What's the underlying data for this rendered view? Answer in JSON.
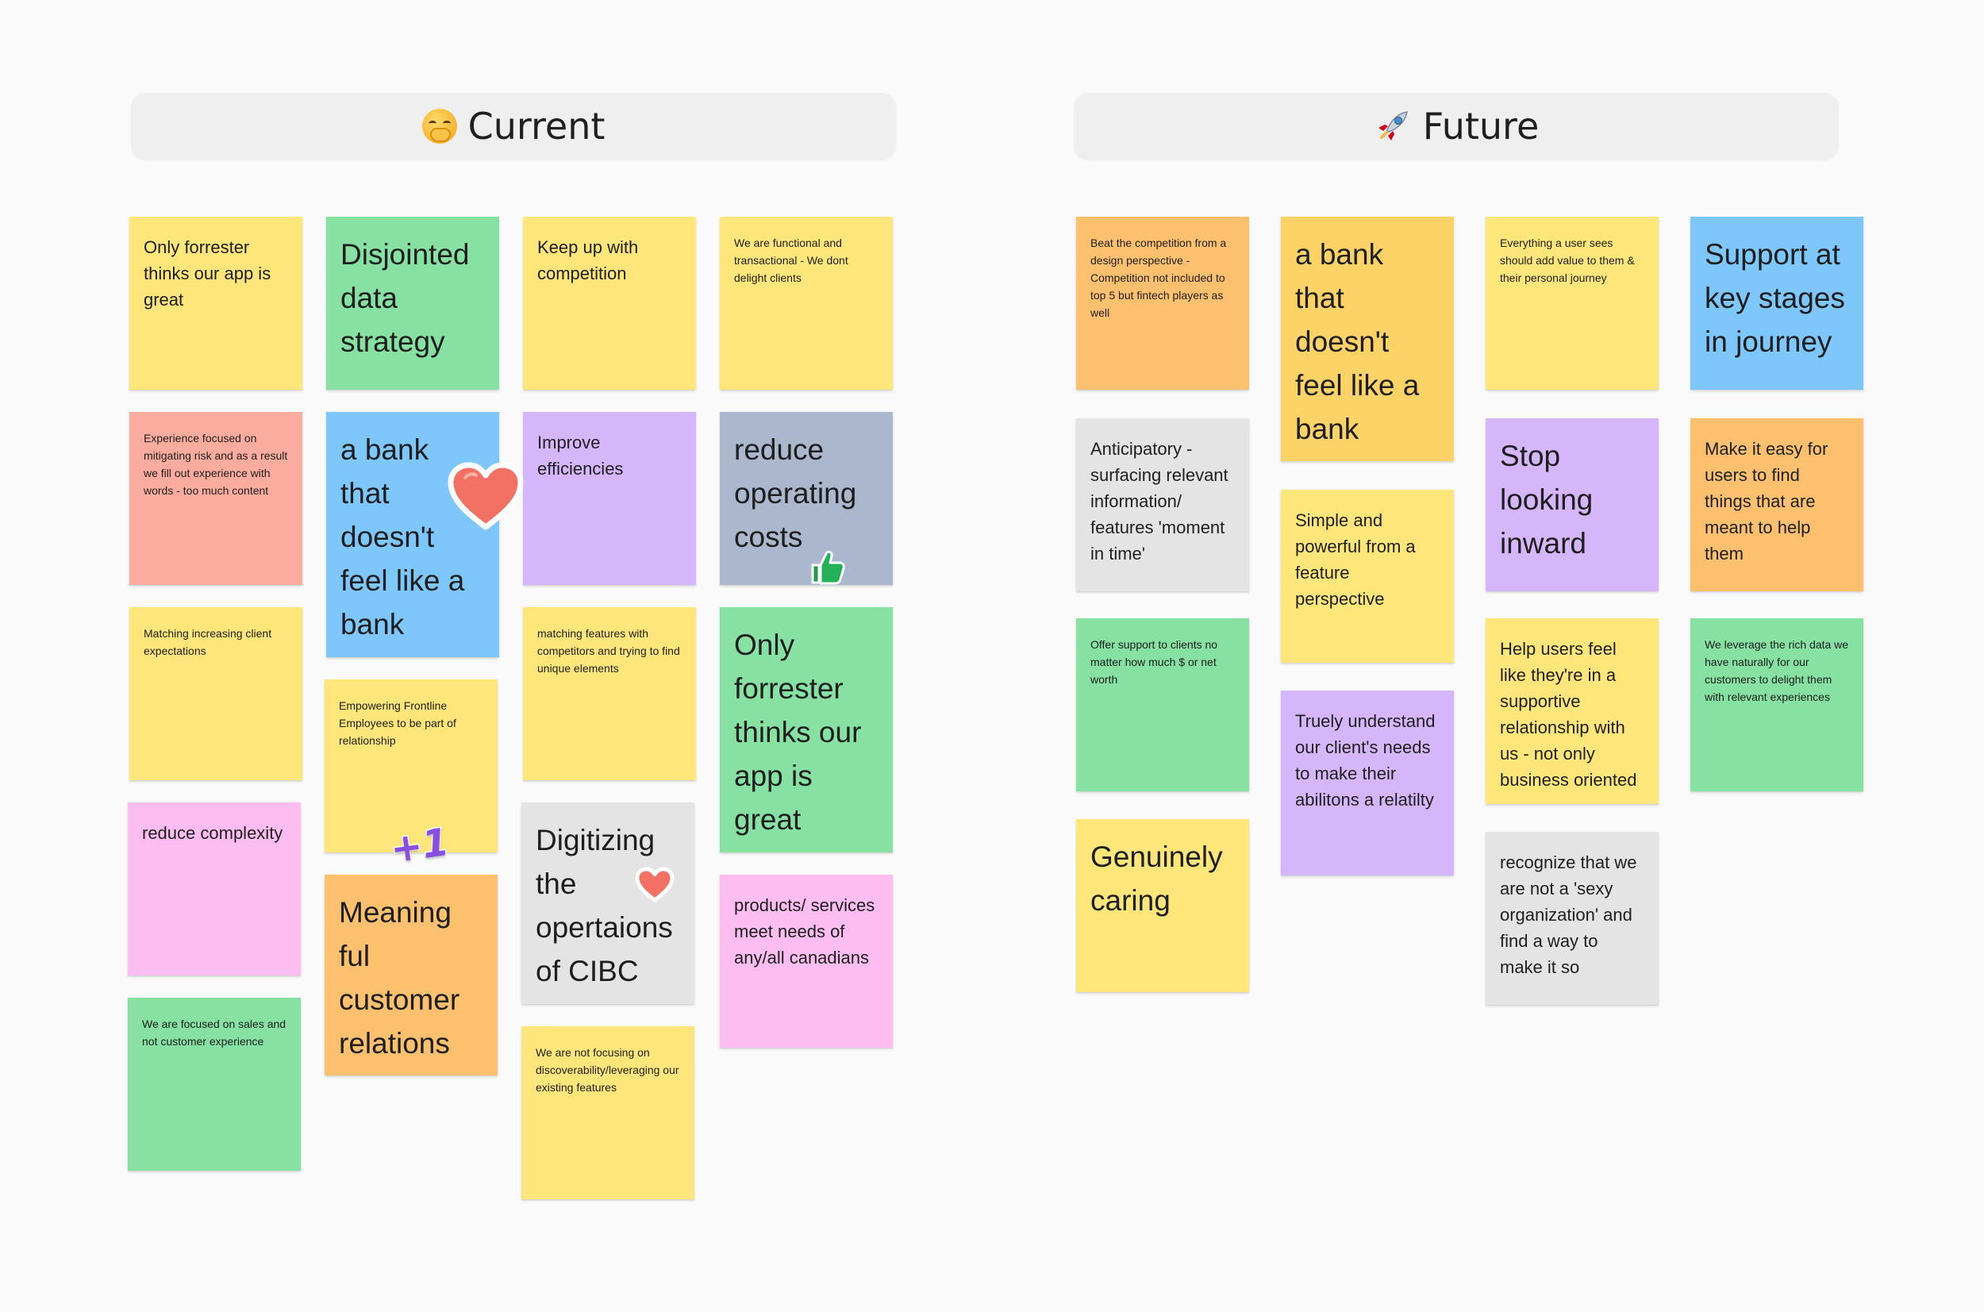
{
  "sections": {
    "current": {
      "title": "Current",
      "icon": "yawning-face-icon"
    },
    "future": {
      "title": "Future",
      "icon": "rocket-icon"
    }
  },
  "current_notes": [
    "Only forrester thinks our app is great",
    "Disjointed data strategy",
    "Keep up with competition",
    "We are functional and transactional - We dont delight clients",
    "Experience focused on mitigating risk and as a result we fill out experience with words - too much content",
    "a bank that doesn't feel like a bank",
    "Improve efficiencies",
    "reduce operating costs",
    "Matching increasing client expectations",
    "matching features with competitors and trying to find unique elements",
    "Only forrester thinks our app is great",
    "Empowering Frontline Employees to be part of relationship",
    "reduce complexity",
    "Meaning ful customer relations",
    "Digitizing the opertaions of CIBC",
    "products/ services meet needs of any/all canadians",
    "We are focused on sales and not customer experience",
    "We are not focusing on discoverability/leveraging our existing features"
  ],
  "future_notes": [
    "Beat the competition from a design perspective - Competition not included to top 5 but fintech players as well",
    "a bank that doesn't feel like a bank",
    "Everything a user sees should add value to them & their personal journey",
    "Support at key stages in journey",
    "Anticipatory - surfacing relevant information/ features 'moment in time'",
    "Simple and powerful from a feature perspective",
    "Stop looking inward",
    "Make it easy for users to find things that are meant to help them",
    "Offer support to clients no matter how much $ or net worth",
    "Help users feel like they're in a supportive relationship with us - not only business oriented",
    "We leverage the rich data we have naturally for our customers to delight them with relevant experiences",
    "Truely understand our client's needs to make their abilitons a relatilty",
    "Genuinely caring",
    "recognize that we are not a 'sexy organization' and find a way to make it so"
  ],
  "stickers": {
    "plus_one": "+1"
  },
  "colors": {
    "yellow": "#fee67a",
    "green": "#86e1a3",
    "blue": "#7ec7fc",
    "purple": "#d6b6fb",
    "slate": "#aab7cd",
    "salmon": "#fbac9f",
    "pink": "#fdbdf0",
    "orange": "#fdc06e",
    "grey": "#e4e4e4",
    "header_bg": "#efefef"
  }
}
